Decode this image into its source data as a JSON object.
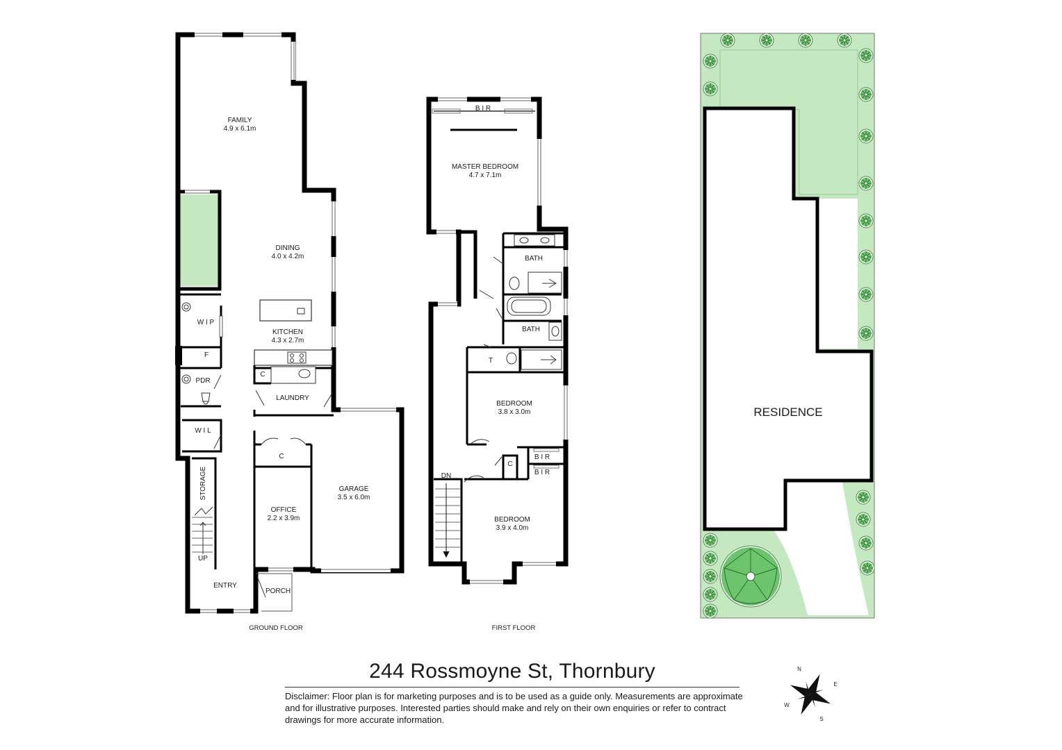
{
  "address": "244 Rossmoyne St, Thornbury",
  "disclaimer": "Disclaimer: Floor plan is for marketing purposes and is to be used as a guide only. Measurements  are approximate and for illustrative purposes. Interested parties should make and rely on their own enquiries or refer to contract drawings for more accurate information.",
  "ground_floor": {
    "label": "GROUND FLOOR",
    "family": {
      "name": "FAMILY",
      "size": "4.9 x 6.1m"
    },
    "dining": {
      "name": "DINING",
      "size": "4.0 x 4.2m"
    },
    "kitchen": {
      "name": "KITCHEN",
      "size": "4.3 x 2.7m"
    },
    "wip": "W I P",
    "fridge": "F",
    "pdr": "PDR",
    "cupboard_laundry": "C",
    "laundry": "LAUNDRY",
    "wil": "W I L",
    "cupboard_office": "C",
    "storage": "STORAGE",
    "office": {
      "name": "OFFICE",
      "size": "2.2 x 3.9m"
    },
    "garage": {
      "name": "GARAGE",
      "size": "3.5 x 6.0m"
    },
    "up": "UP",
    "entry": "ENTRY",
    "porch": "PORCH"
  },
  "first_floor": {
    "label": "FIRST FLOOR",
    "bir_master": "B I R",
    "master": {
      "name": "MASTER BEDROOM",
      "size": "4.7 x 7.1m"
    },
    "bath_1": "BATH",
    "bath_2": "BATH",
    "toilet": "T",
    "bedroom_1": {
      "name": "BEDROOM",
      "size": "3.8 x 3.0m"
    },
    "cupboard": "C",
    "bir_1": "B I R",
    "bir_2": "B I R",
    "dn": "DN",
    "bedroom_2": {
      "name": "BEDROOM",
      "size": "3.9 x 4.0m"
    }
  },
  "site": {
    "residence": "RESIDENCE"
  },
  "compass": {
    "n": "N",
    "e": "E",
    "s": "S",
    "w": "W"
  },
  "colors": {
    "wall": "#000000",
    "garden": "#c4e8c0",
    "tree": "#5cb85c"
  }
}
